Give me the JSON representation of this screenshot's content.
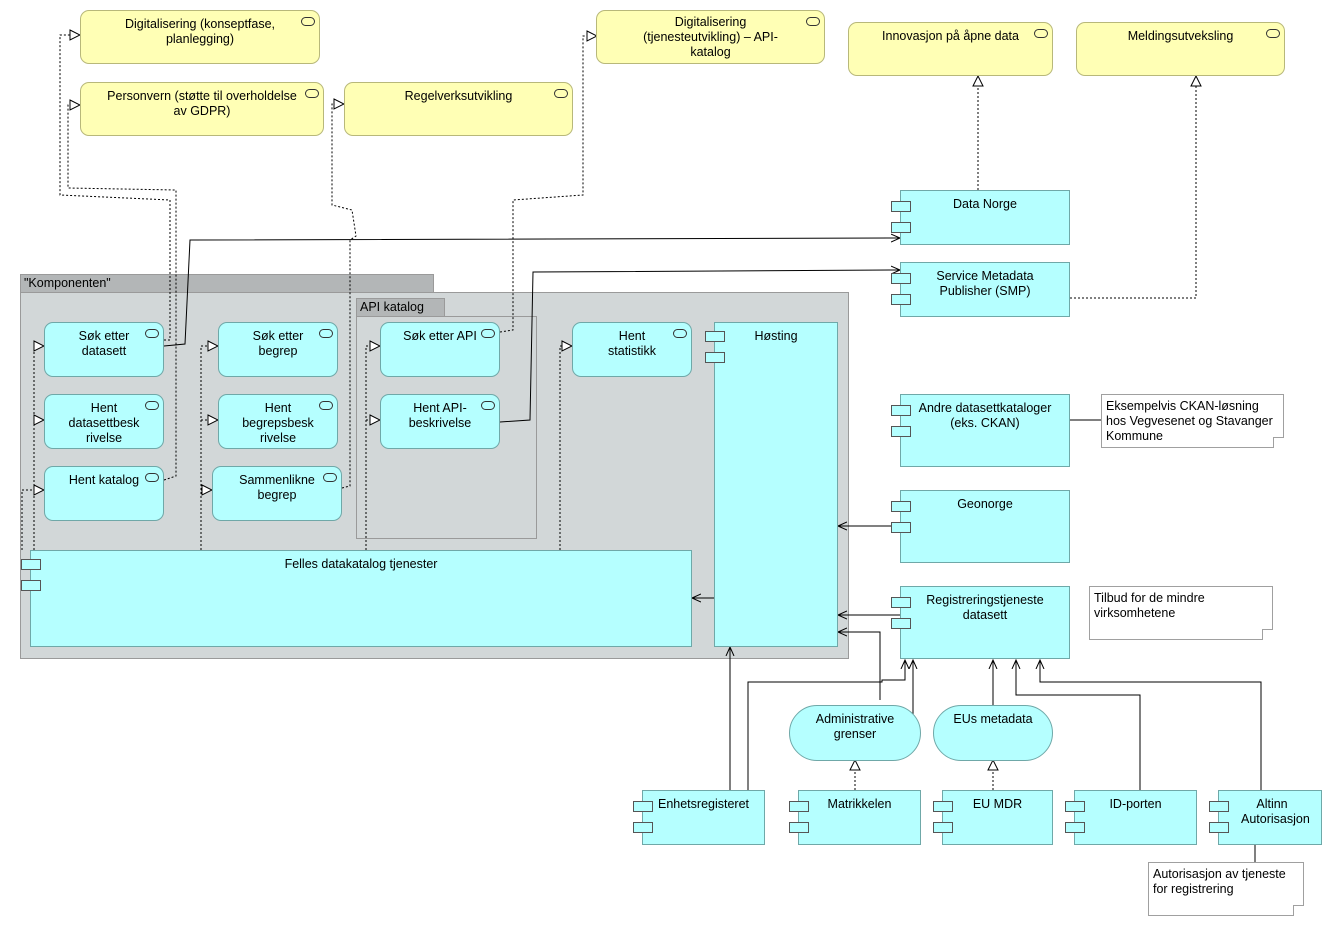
{
  "groups": {
    "komponenten": "\"Komponenten\"",
    "api_katalog": "API katalog"
  },
  "business_services": {
    "digitalisering_konsept": "Digitalisering (konseptfase, planlegging)",
    "personvern": "Personvern (støtte til overholdelse av GDPR)",
    "regelverk": "Regelverksutvikling",
    "digitalisering_tjeneste": "Digitalisering (tjenesteutvikling) – API-katalog",
    "innovasjon": "Innovasjon på åpne data",
    "meldingsutveksling": "Meldingsutveksling"
  },
  "app_services": {
    "sok_datasett": "Søk etter datasett",
    "hent_datasettbeskrivelse": "Hent datasettbesk rivelse",
    "hent_katalog": "Hent katalog",
    "sok_begrep": "Søk etter begrep",
    "hent_begrepsbeskrivelse": "Hent begrepsbesk rivelse",
    "sammenlikne_begrep": "Sammenlikne begrep",
    "sok_api": "Søk etter API",
    "hent_api": "Hent API-beskrivelse",
    "hent_statistikk": "Hent statistikk"
  },
  "components": {
    "hosting": "Høsting",
    "felles": "Felles datakatalog tjenester",
    "data_norge": "Data Norge",
    "smp": "Service Metadata Publisher (SMP)",
    "andre": "Andre datasettkataloger (eks. CKAN)",
    "geonorge": "Geonorge",
    "registrering": "Registreringstjeneste datasett",
    "enhetsregisteret": "Enhetsregisteret",
    "matrikkelen": "Matrikkelen",
    "eu_mdr": "EU MDR",
    "id_porten": "ID-porten",
    "altinn": "Altinn Autorisasjon"
  },
  "data_objects": {
    "admin_grenser": "Administrative grenser",
    "eus_metadata": "EUs metadata"
  },
  "notes": {
    "ckan": "Eksempelvis CKAN-løsning hos Vegvesenet og Stavanger Kommune",
    "mindre": "Tilbud for de mindre virksomhetene",
    "autorisasjon": "Autorisasjon av tjeneste for registrering"
  }
}
